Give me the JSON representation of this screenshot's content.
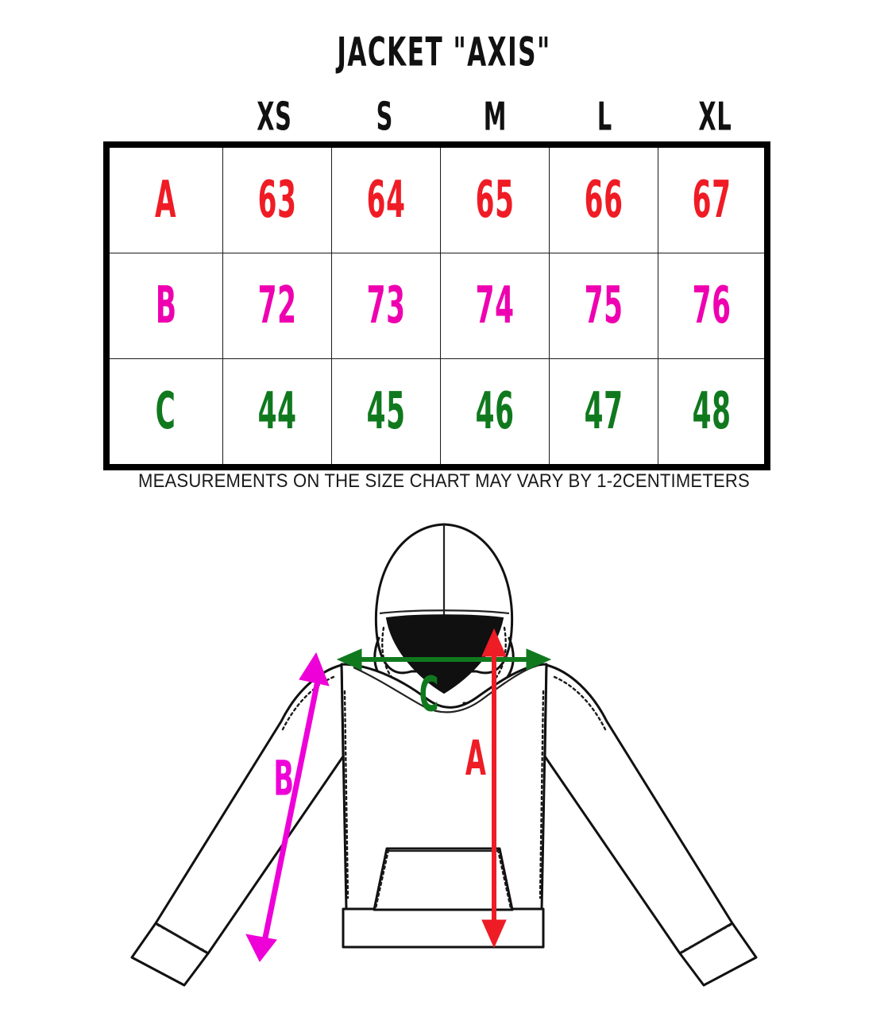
{
  "title": "JACKET \"AXIS\"",
  "caption": "MEASUREMENTS ON THE SIZE CHART MAY VARY BY 1-2CENTIMETERS",
  "colors": {
    "row_a": "#ef1c25",
    "row_b": "#ee00b0",
    "row_c": "#10791e",
    "table_border": "#000000",
    "text": "#111111",
    "background": "#ffffff"
  },
  "chart_data": {
    "type": "table",
    "title": "JACKET \"AXIS\"",
    "corner_label": "",
    "categories": [
      "XS",
      "S",
      "M",
      "L",
      "XL"
    ],
    "series": [
      {
        "name": "A",
        "color": "#ef1c25",
        "values": [
          63,
          64,
          65,
          66,
          67
        ]
      },
      {
        "name": "B",
        "color": "#ee00b0",
        "values": [
          72,
          73,
          74,
          75,
          76
        ]
      },
      {
        "name": "C",
        "color": "#10791e",
        "values": [
          44,
          45,
          46,
          47,
          48
        ]
      }
    ],
    "unit": "cm",
    "note": "MEASUREMENTS ON THE SIZE CHART MAY VARY BY 1-2CENTIMETERS"
  },
  "sizes": {
    "corner": "",
    "xs": "XS",
    "s": "S",
    "m": "M",
    "l": "L",
    "xl": "XL"
  },
  "rows": {
    "a": {
      "label": "A",
      "xs": "63",
      "s": "64",
      "m": "65",
      "l": "66",
      "xl": "67"
    },
    "b": {
      "label": "B",
      "xs": "72",
      "s": "73",
      "m": "74",
      "l": "75",
      "xl": "76"
    },
    "c": {
      "label": "C",
      "xs": "44",
      "s": "45",
      "m": "46",
      "l": "47",
      "xl": "48"
    }
  },
  "diagram": {
    "garment": "hoodie",
    "measure_a": {
      "label": "A",
      "color": "#ee1c25",
      "description": "body length, vertical"
    },
    "measure_b": {
      "label": "B",
      "color": "#ee00d8",
      "description": "sleeve length, diagonal"
    },
    "measure_c": {
      "label": "C",
      "color": "#10791e",
      "description": "shoulder width, horizontal"
    }
  }
}
